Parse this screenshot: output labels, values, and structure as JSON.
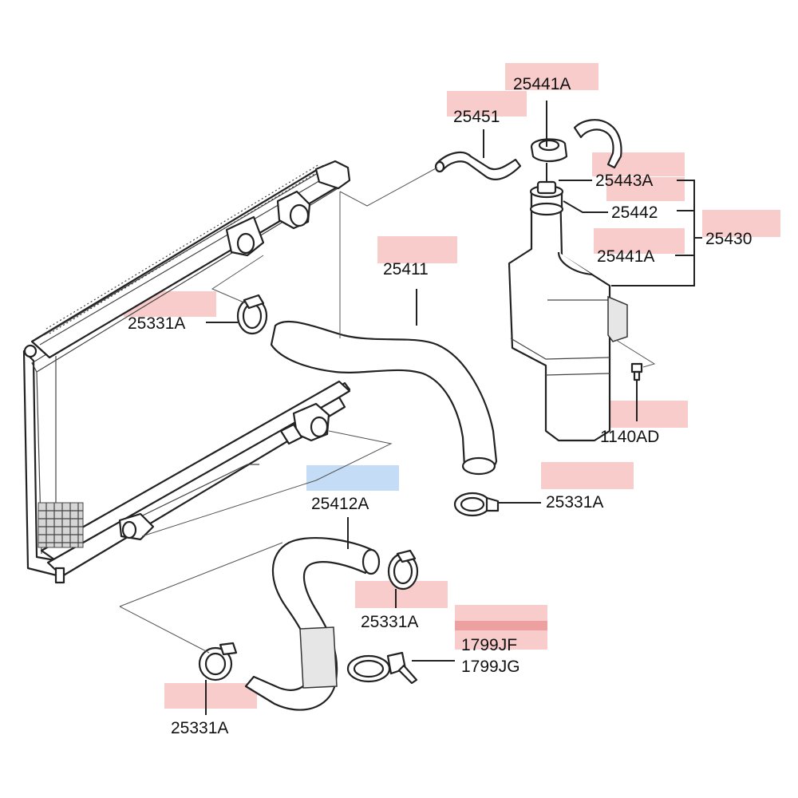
{
  "parts": {
    "p25441A_top": "25441A",
    "p25451": "25451",
    "p25443A": "25443A",
    "p25442": "25442",
    "p25430": "25430",
    "p25441A_mid": "25441A",
    "p25411": "25411",
    "p25331A_left": "25331A",
    "p1140AD": "1140AD",
    "p25331A_right": "25331A",
    "p25412A": "25412A",
    "p25331A_center": "25331A",
    "p1799JF": "1799JF",
    "p1799JG": "1799JG",
    "p25331A_bottom": "25331A"
  },
  "colors": {
    "highlight_red": "#f4a3a3",
    "highlight_blue": "#9ec4f0"
  }
}
